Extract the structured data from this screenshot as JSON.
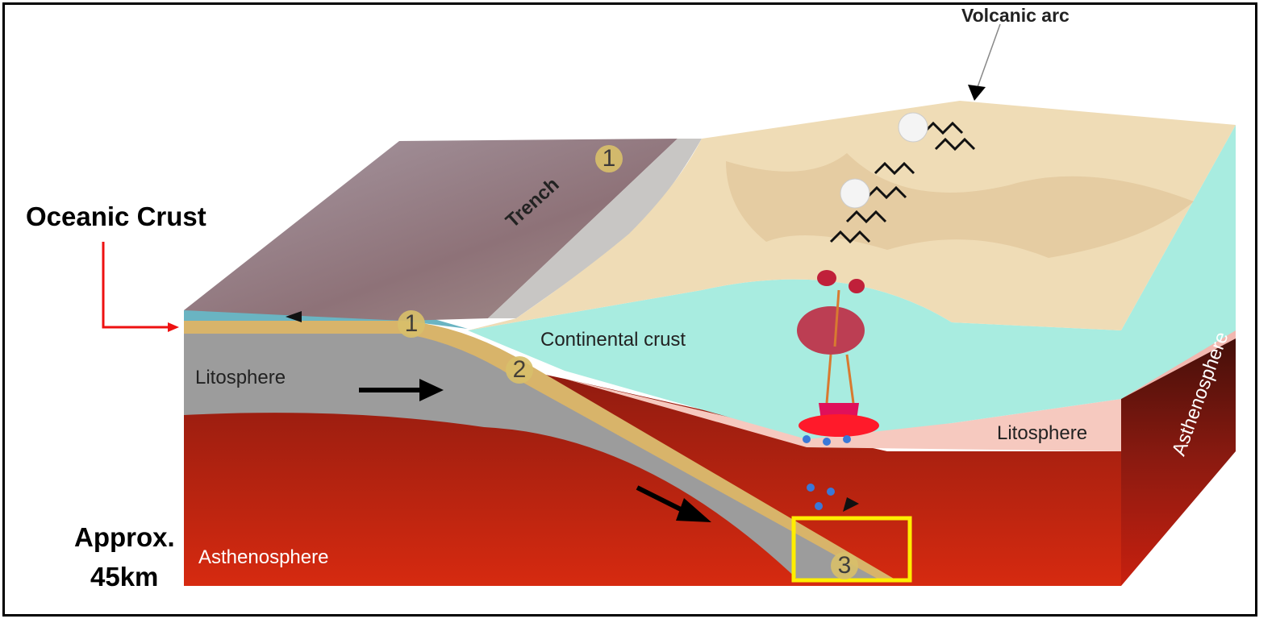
{
  "labels": {
    "volcanic_arc": "Volcanic arc",
    "oceanic_crust": "Oceanic Crust",
    "trench": "Trench",
    "continental_crust": "Continental crust",
    "lithosphere_left": "Litosphere",
    "lithosphere_right": "Litosphere",
    "asthenosphere_bottom": "Asthenosphere",
    "asthenosphere_side": "Asthenosphere",
    "depth_line1": "Approx.",
    "depth_line2": "45km"
  },
  "markers": [
    "1",
    "1",
    "2",
    "3"
  ],
  "colors": {
    "ocean_water": "#9a8288",
    "continent_top": "#efdcb6",
    "continental_crust": "#a8ece0",
    "lithosphere_gray": "#9a9a9a",
    "oceanic_crust_band": "#d8b46a",
    "asthenosphere": "#b82414",
    "magma": "#e0105a",
    "highlight_box": "#ffee00",
    "pointer_arrow": "#ee1111"
  }
}
